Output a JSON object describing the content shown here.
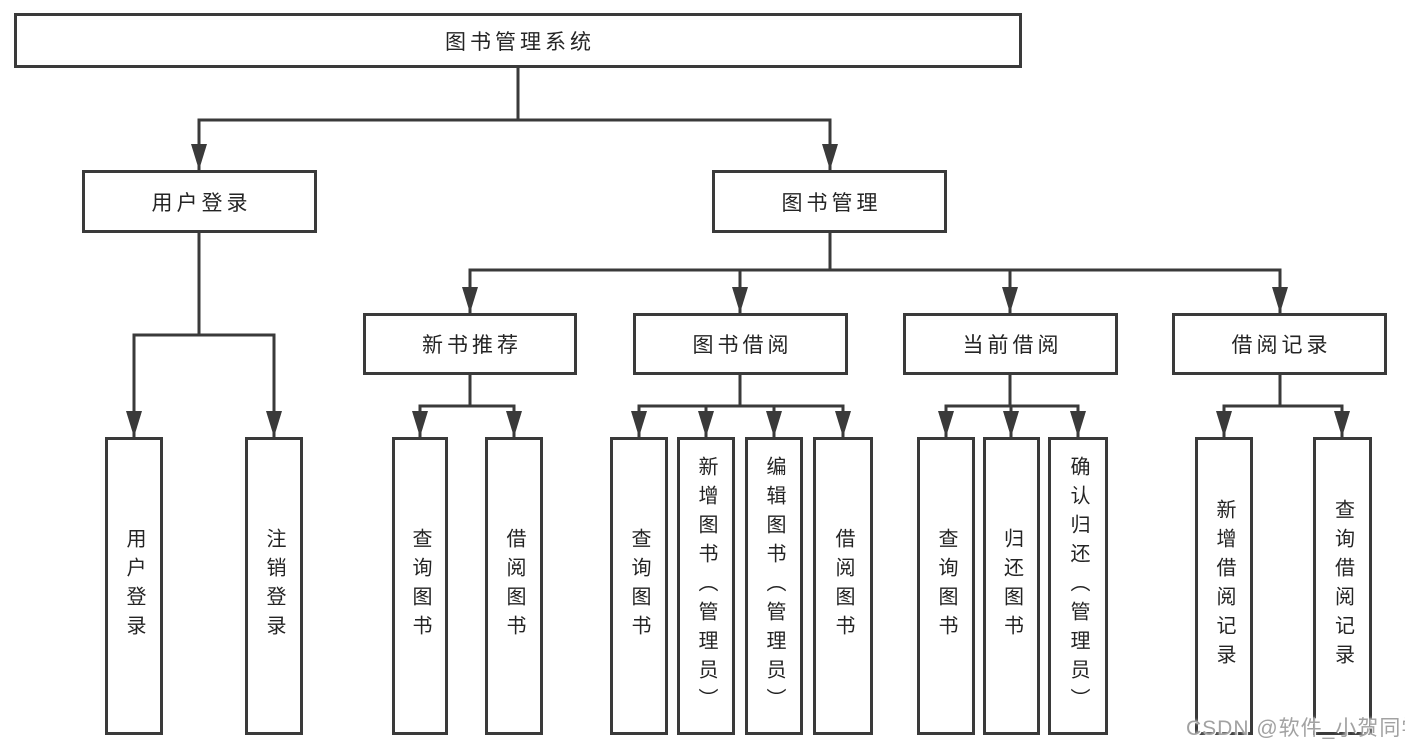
{
  "diagram_title": "图书管理系统",
  "watermark": "CSDN @软件_小贺同学",
  "colors": {
    "line": "#3a3a3a",
    "text": "#242424",
    "background": "#ffffff",
    "watermark": "#a2a2a2"
  },
  "nodes": {
    "root": "图书管理系统",
    "userLogin": "用户登录",
    "bookMgmt": "图书管理",
    "newBookRec": "新书推荐",
    "bookBorrow": "图书借阅",
    "currentBorrow": "当前借阅",
    "borrowRecords": "借阅记录",
    "uUserLogin": "用户登录",
    "uLogout": "注销登录",
    "nQueryBooks": "查询图书",
    "nBorrowBooks": "借阅图书",
    "bQueryBooks": "查询图书",
    "bAddBooks": "新增图书（管理员）",
    "bEditBooks": "编辑图书（管理员）",
    "bBorrowBooks": "借阅图书",
    "cQueryBooks": "查询图书",
    "cReturnBooks": "归还图书",
    "cConfirmReturn": "确认归还（管理员）",
    "rAddRecord": "新增借阅记录",
    "rQueryRecord": "查询借阅记录"
  },
  "hierarchy": {
    "图书管理系统": {
      "用户登录": [
        "用户登录",
        "注销登录"
      ],
      "图书管理": {
        "新书推荐": [
          "查询图书",
          "借阅图书"
        ],
        "图书借阅": [
          "查询图书",
          "新增图书（管理员）",
          "编辑图书（管理员）",
          "借阅图书"
        ],
        "当前借阅": [
          "查询图书",
          "归还图书",
          "确认归还（管理员）"
        ],
        "借阅记录": [
          "新增借阅记录",
          "查询借阅记录"
        ]
      }
    }
  }
}
